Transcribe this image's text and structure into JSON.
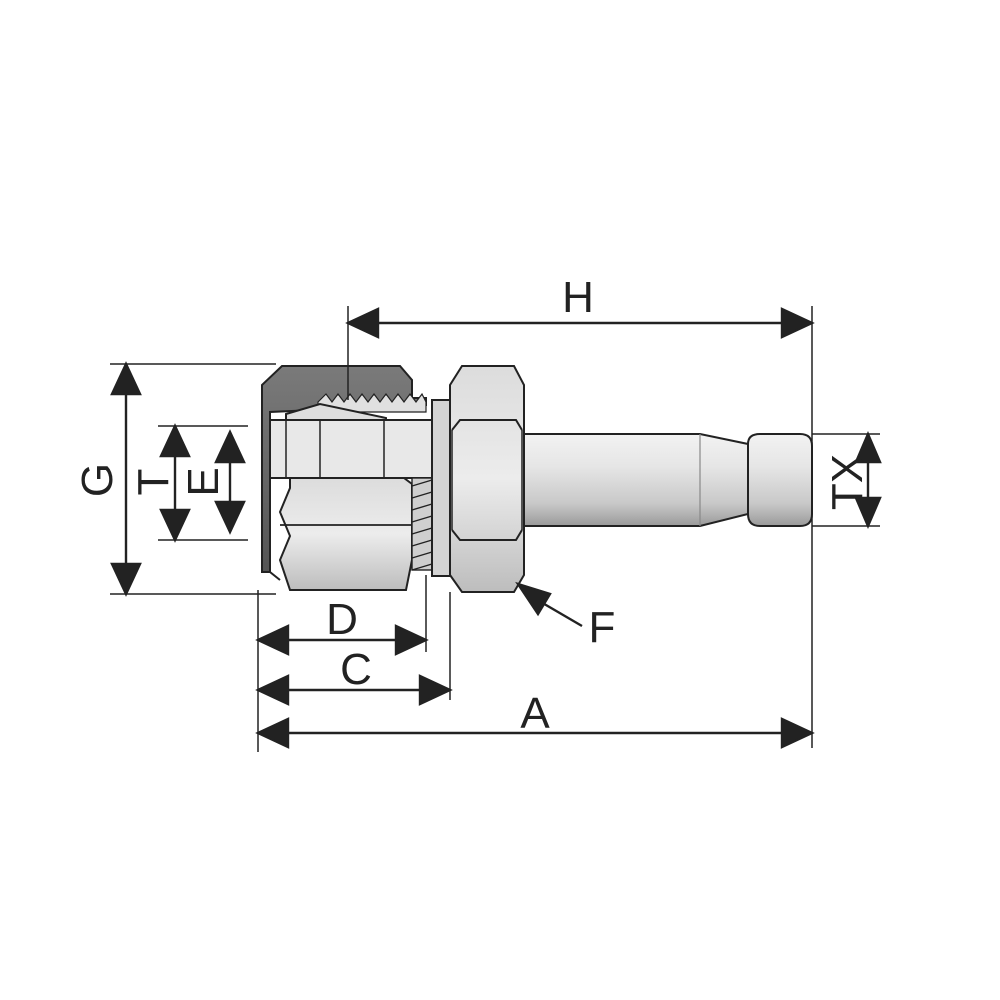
{
  "labels": {
    "H": "H",
    "G": "G",
    "T": "T",
    "E": "E",
    "TX": "TX",
    "D": "D",
    "C": "C",
    "A": "A",
    "F": "F"
  },
  "colors": {
    "line": "#222222",
    "metal_light": "#e4e4e4",
    "metal_mid": "#c8c8c8",
    "metal_dark": "#8a8a8a",
    "metal_shadow": "#5a5a5a",
    "background": "#ffffff"
  }
}
